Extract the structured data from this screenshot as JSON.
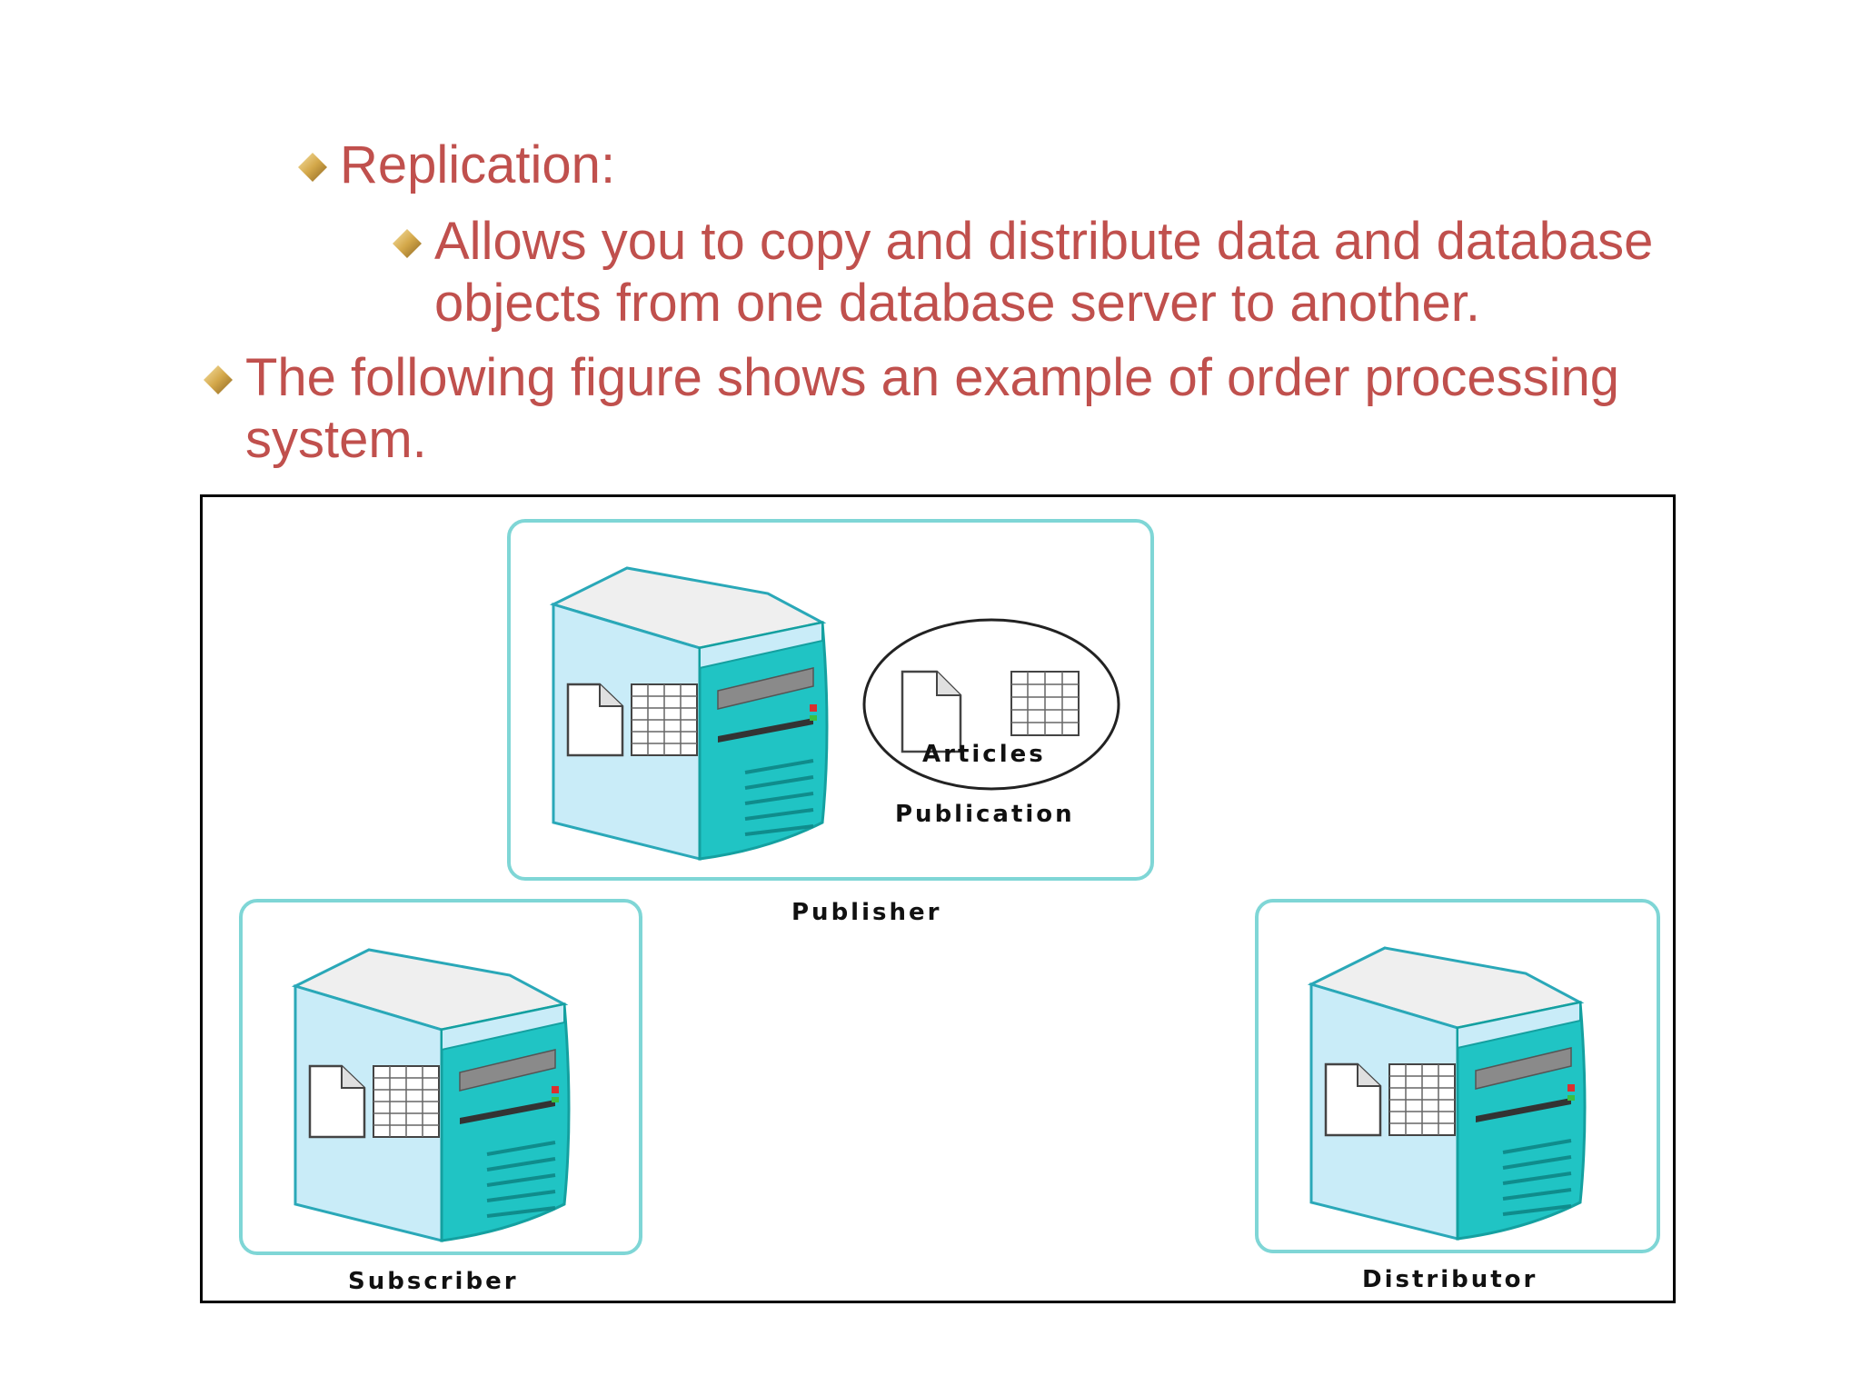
{
  "bullets": [
    {
      "text": "Replication:",
      "level": 2
    },
    {
      "text": "Allows you to copy and distribute data and database objects from one database server to another.",
      "level": 3
    },
    {
      "text": "The following figure shows an example of order processing system.",
      "level": 1
    }
  ],
  "diagram": {
    "publisher_label": "Publisher",
    "publication_label": "Publication",
    "articles_label": "Articles",
    "subscriber_label": "Subscriber",
    "distributor_label": "Distributor"
  },
  "colors": {
    "text": "#c0504d",
    "server_front": "#20c4c4",
    "server_side": "#c9ecf8",
    "server_top": "#f0f0f0",
    "box_border": "#6fd0d0"
  },
  "icons": [
    "diamond-bullet-icon",
    "server-icon",
    "document-icon",
    "table-icon"
  ]
}
